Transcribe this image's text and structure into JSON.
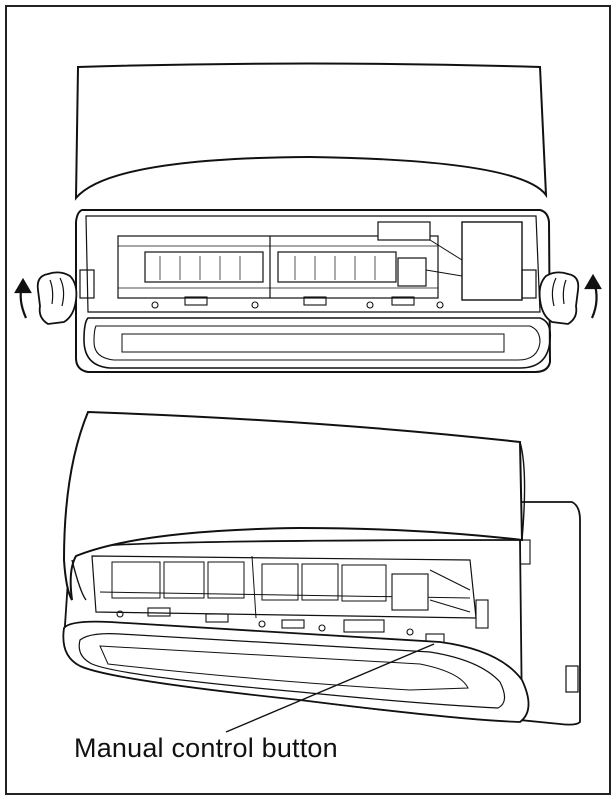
{
  "callout": {
    "label": "Manual control button"
  },
  "figure": {
    "panels": [
      {
        "name": "front-panel-removal",
        "arrows": [
          "up-arrow-left",
          "up-arrow-right"
        ]
      },
      {
        "name": "front-panel-lifted-side-view"
      }
    ]
  }
}
